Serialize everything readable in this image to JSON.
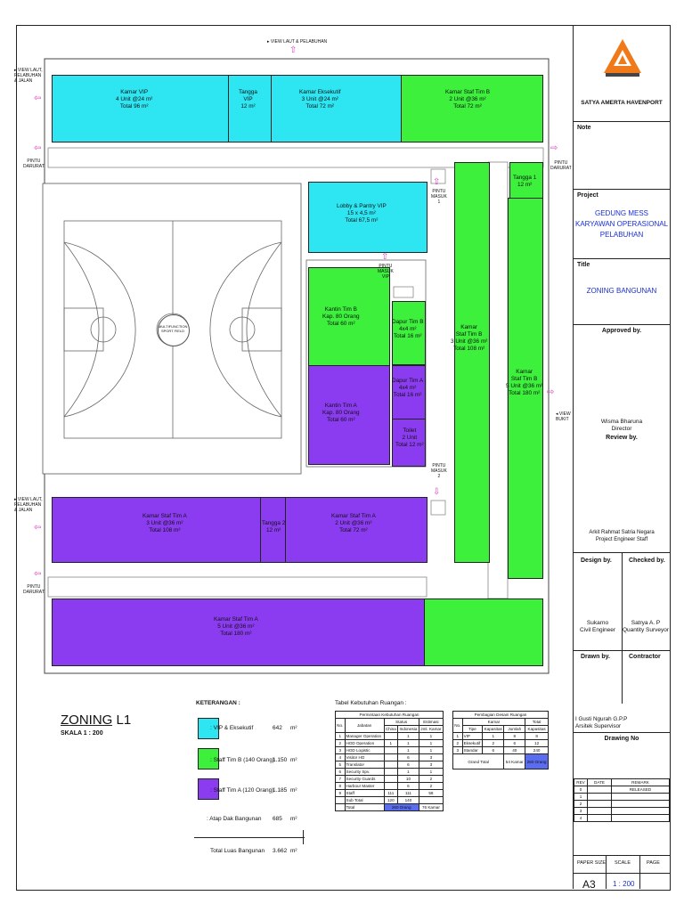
{
  "title_block": {
    "company": "SATYA AMERTA HAVENPORT",
    "note_label": "Note",
    "project_label": "Project",
    "project_lines": [
      "GEDUNG MESS",
      "KARYAWAN OPERASIONAL",
      "PELABUHAN"
    ],
    "title_label": "Title",
    "title_value": "ZONING BANGUNAN",
    "approved_label": "Approved by.",
    "approved_name": "Wisma Bharuna",
    "approved_role": "Director",
    "review_label": "Review by.",
    "review_name": "Arkit Rahmat Satria Negara",
    "review_role": "Project Engineer Staff",
    "design_label": "Design by.",
    "checked_label": "Checked by.",
    "design_name": "Sukarno",
    "design_role": "Civil Engineer",
    "checked_name": "Satrya A. P",
    "checked_role": "Quantity Surveyor",
    "drawn_label": "Drawn by.",
    "contractor_label": "Contractor",
    "drawn_name": "I Gusti Ngurah G.P.P",
    "drawn_role": "Arsitek Supervisor",
    "drawing_no_label": "Drawing No",
    "rev_header": [
      "REV",
      "DATE",
      "REMARK"
    ],
    "rev_rows": [
      [
        "0",
        "",
        "RELEASED"
      ],
      [
        "1",
        "",
        ""
      ],
      [
        "2",
        "",
        ""
      ],
      [
        "3",
        "",
        ""
      ],
      [
        "4",
        "",
        ""
      ]
    ],
    "paper_size_label": "PAPER SIZE",
    "scale_label": "SCALE",
    "page_label": "PAGE",
    "paper_size": "A3",
    "scale": "1 : 200"
  },
  "plan": {
    "view_top": "▸ VIEW LAUT & PELABUHAN",
    "view_left_top": [
      "▸ VIEW LAUT,",
      "PELABUHAN",
      "& JALAN"
    ],
    "view_left_bottom": [
      "▸ VIEW LAUT,",
      "PELABUHAN",
      "& JALAN"
    ],
    "view_right": [
      "◂ VIEW",
      "BUKIT"
    ],
    "pintu_darurat": [
      "PINTU",
      "DARURAT"
    ],
    "pintu_masuk_1": [
      "PINTU",
      "MASUK",
      "1"
    ],
    "pintu_masuk_2": [
      "PINTU",
      "MASUK",
      "2"
    ],
    "pintu_masuk_vip": [
      "PINTU",
      "MASUK",
      "VIP"
    ],
    "sport_field": [
      "MULTIFUNCTION",
      "SPORT FIELD"
    ],
    "zones": {
      "kamar_vip": [
        "Kamar VIP",
        "4 Unit @24 m²",
        "Total 96 m²"
      ],
      "tangga_vip": [
        "Tangga",
        "VIP",
        "12 m²"
      ],
      "kamar_eksekutif": [
        "Kamar Eksekutif",
        "3 Unit @24 m²",
        "Total 72 m²"
      ],
      "kamar_staf_b_top": [
        "Kamar Staf Tim B",
        "2 Unit @36 m²",
        "Total 72 m²"
      ],
      "lobby": [
        "Lobby & Pantry VIP",
        "15 x 4,5 m²",
        "Total 67,5 m²"
      ],
      "tangga_1": [
        "Tangga 1",
        "12 m²"
      ],
      "kantin_b": [
        "Kantin Tim B",
        "Kap. 80 Orang",
        "Total 60 m²"
      ],
      "dapur_b": [
        "Dapur Tim B",
        "4x4 m²",
        "Total 16 m²"
      ],
      "kamar_staf_b_mid": [
        "Kamar",
        "Staf Tim B",
        "3 Unit @36 m²",
        "Total 108 m²"
      ],
      "kamar_staf_b_right": [
        "Kamar",
        "Staf Tim B",
        "5 Unit @36 m²",
        "Total 180 m²"
      ],
      "kantin_a": [
        "Kantin Tim A",
        "Kap. 80 Orang",
        "Total 60 m²"
      ],
      "dapur_a": [
        "Dapur Tim A",
        "4x4 m²",
        "Total 16 m²"
      ],
      "toilet": [
        "Toilet",
        "2 Unit",
        "Total 12 m²"
      ],
      "kamar_staf_a_left": [
        "Kamar Staf Tim A",
        "3 Unit @36 m²",
        "Total 108 m²"
      ],
      "tangga_2": [
        "Tangga 2",
        "12 m²"
      ],
      "kamar_staf_a_mid": [
        "Kamar Staf Tim A",
        "2 Unit @36 m²",
        "Total 72 m²"
      ],
      "kamar_staf_a_bottom": [
        "Kamar Staf Tim A",
        "5 Unit @36 m²",
        "Total 180 m²"
      ]
    }
  },
  "zoning": {
    "title": "ZONING L1",
    "scale": "SKALA 1 : 200"
  },
  "legend": {
    "title": "KETERANGAN :",
    "items": [
      {
        "label": ": VIP & Eksekutif",
        "value": "642",
        "unit": "m²",
        "color": "#2ee6f2"
      },
      {
        "label": ": Staff Tim B (140 Orang)",
        "value": "1.150",
        "unit": "m²",
        "color": "#3cf03c"
      },
      {
        "label": ": Staff Tim A (120 Orang)",
        "value": "1.185",
        "unit": "m²",
        "color": "#8b3cf0"
      }
    ],
    "atap_label": ": Atap Dak Bangunan",
    "atap_value": "685",
    "atap_unit": "m²",
    "total_label": "Total Luas Bangunan",
    "total_value": "3.662",
    "total_unit": "m²"
  },
  "needs_table": {
    "title": "Tabel Kebutuhan Ruangan :",
    "header_main": "Permintaan Kebutuhan Ruangan",
    "col_no": "No.",
    "col_jabatan": "Jabatan",
    "col_status": "Status",
    "col_china": "China",
    "col_indonesia": "Indonesia",
    "col_estimasi": "Estimasi",
    "col_jml": "Jml. Kamar",
    "rows": [
      [
        "1",
        "Manager Operation",
        "",
        "1",
        "1"
      ],
      [
        "2",
        "HOD Operation",
        "1",
        "1",
        "1"
      ],
      [
        "3",
        "HOD Logistic",
        "",
        "1",
        "1"
      ],
      [
        "4",
        "Visitor HO",
        "",
        "6",
        "3"
      ],
      [
        "5",
        "Translator",
        "",
        "6",
        "3"
      ],
      [
        "6",
        "Security Spv.",
        "",
        "1",
        "1"
      ],
      [
        "7",
        "Security Guards",
        "",
        "10",
        "2"
      ],
      [
        "8",
        "Harbour Master",
        "",
        "6",
        "2"
      ],
      [
        "9",
        "Staff",
        "111",
        "111",
        "58"
      ]
    ],
    "subtotal": [
      "Sub Total",
      "120",
      "140",
      ""
    ],
    "total": [
      "Total",
      "260 Orang",
      "76 Kamar"
    ]
  },
  "design_table": {
    "header_main": "Pembagian Desain Ruangan",
    "col_no": "No.",
    "col_kamar": "Kamar",
    "col_tipe": "Tipe",
    "col_kapasitas": "Kapasitas",
    "col_jumlah": "Jumlah",
    "col_total": "Total",
    "col_total_kap": "Kapasitas",
    "rows": [
      [
        "1",
        "VIP",
        "1",
        "8",
        "8"
      ],
      [
        "2",
        "Eksekutif",
        "2",
        "6",
        "12"
      ],
      [
        "3",
        "Standar",
        "6",
        "40",
        "240"
      ]
    ],
    "grand_total_label": "Grand Total",
    "grand_total_kamar": "54 Kamar",
    "grand_total_orang": "260 Orang"
  }
}
